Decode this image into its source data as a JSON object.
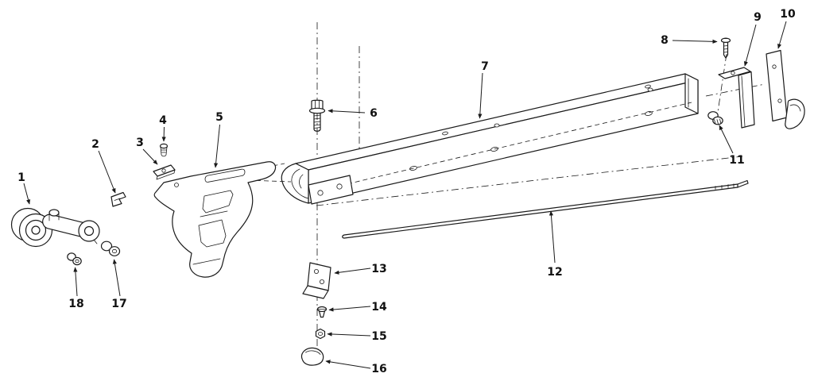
{
  "colors": {
    "background": "#ffffff",
    "ink": "#1a1a1a"
  },
  "figure": {
    "kind": "exploded-parts-diagram",
    "callouts": [
      "1",
      "2",
      "3",
      "4",
      "5",
      "6",
      "7",
      "8",
      "9",
      "10",
      "11",
      "12",
      "13",
      "14",
      "15",
      "16",
      "17",
      "18"
    ]
  }
}
